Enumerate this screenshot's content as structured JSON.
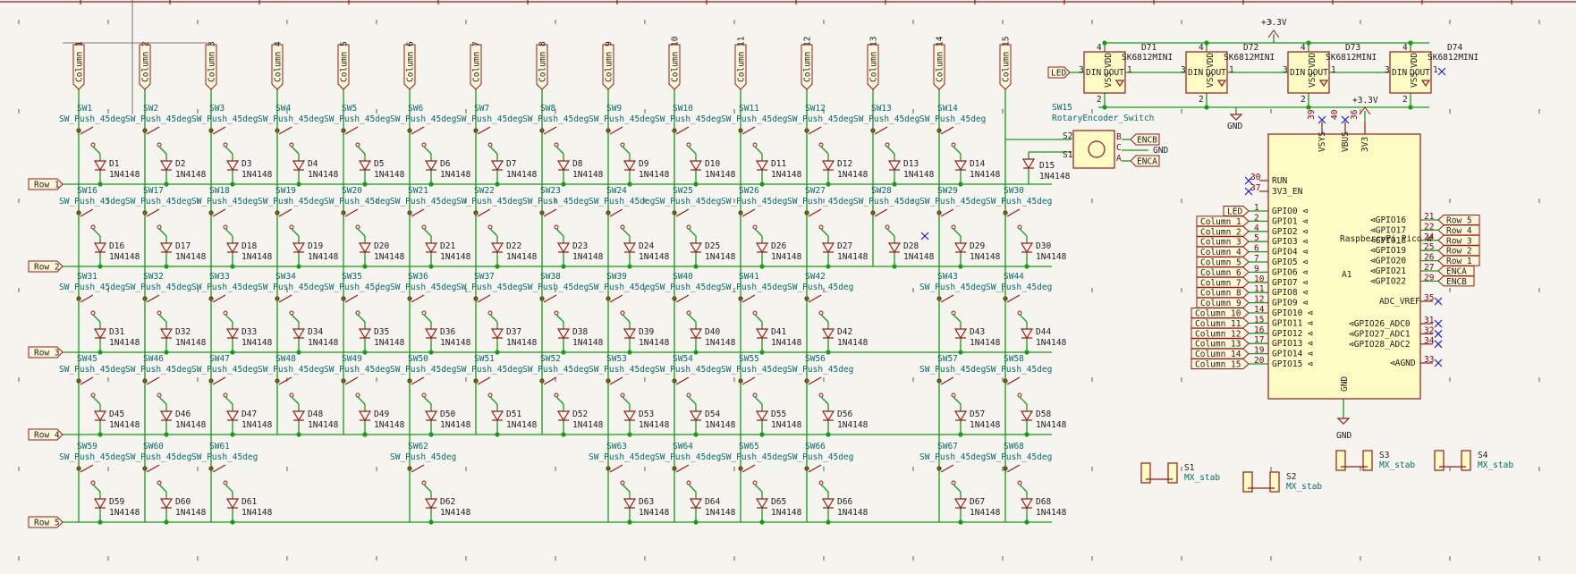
{
  "columns": [
    "Column 1",
    "Column 2",
    "Column 3",
    "Column 4",
    "Column 5",
    "Column 6",
    "Column 7",
    "Column 8",
    "Column 9",
    "Column 10",
    "Column 11",
    "Column 12",
    "Column 13",
    "Column 14",
    "Column 15"
  ],
  "rows": [
    "Row 1",
    "Row 2",
    "Row 3",
    "Row 4",
    "Row 5"
  ],
  "switch_value": "SW_Push_45deg",
  "diode_value": "1N4148",
  "matrix": [
    {
      "row": 1,
      "cells": [
        [
          0,
          1,
          1
        ],
        [
          1,
          2,
          2
        ],
        [
          2,
          3,
          3
        ],
        [
          3,
          4,
          4
        ],
        [
          4,
          5,
          5
        ],
        [
          5,
          6,
          6
        ],
        [
          6,
          7,
          7
        ],
        [
          7,
          8,
          8
        ],
        [
          8,
          9,
          9
        ],
        [
          9,
          10,
          10
        ],
        [
          10,
          11,
          11
        ],
        [
          11,
          12,
          12
        ],
        [
          12,
          13,
          13
        ],
        [
          13,
          14,
          14
        ]
      ]
    },
    {
      "row": 2,
      "cells": [
        [
          0,
          16,
          16
        ],
        [
          1,
          17,
          17
        ],
        [
          2,
          18,
          18
        ],
        [
          3,
          19,
          19
        ],
        [
          4,
          20,
          20
        ],
        [
          5,
          21,
          21
        ],
        [
          6,
          22,
          22
        ],
        [
          7,
          23,
          23
        ],
        [
          8,
          24,
          24
        ],
        [
          9,
          25,
          25
        ],
        [
          10,
          26,
          26
        ],
        [
          11,
          27,
          27
        ],
        [
          12,
          28,
          28
        ],
        [
          13,
          29,
          29
        ],
        [
          14,
          30,
          30
        ]
      ]
    },
    {
      "row": 3,
      "cells": [
        [
          0,
          31,
          31
        ],
        [
          1,
          32,
          32
        ],
        [
          2,
          33,
          33
        ],
        [
          3,
          34,
          34
        ],
        [
          4,
          35,
          35
        ],
        [
          5,
          36,
          36
        ],
        [
          6,
          37,
          37
        ],
        [
          7,
          38,
          38
        ],
        [
          8,
          39,
          39
        ],
        [
          9,
          40,
          40
        ],
        [
          10,
          41,
          41
        ],
        [
          11,
          42,
          42
        ],
        [
          13,
          43,
          43
        ],
        [
          14,
          44,
          44
        ]
      ]
    },
    {
      "row": 4,
      "cells": [
        [
          0,
          45,
          45
        ],
        [
          1,
          46,
          46
        ],
        [
          2,
          47,
          47
        ],
        [
          3,
          48,
          48
        ],
        [
          4,
          49,
          49
        ],
        [
          5,
          50,
          50
        ],
        [
          6,
          51,
          51
        ],
        [
          7,
          52,
          52
        ],
        [
          8,
          53,
          53
        ],
        [
          9,
          54,
          54
        ],
        [
          10,
          55,
          55
        ],
        [
          11,
          56,
          56
        ],
        [
          13,
          57,
          57
        ],
        [
          14,
          58,
          58
        ]
      ]
    },
    {
      "row": 5,
      "cells": [
        [
          0,
          59,
          59
        ],
        [
          1,
          60,
          60
        ],
        [
          2,
          61,
          61
        ],
        [
          5,
          62,
          62
        ],
        [
          8,
          63,
          63
        ],
        [
          9,
          64,
          64
        ],
        [
          10,
          65,
          65
        ],
        [
          11,
          66,
          66
        ],
        [
          13,
          67,
          67
        ],
        [
          14,
          68,
          68
        ]
      ]
    }
  ],
  "d15": {
    "ref": "D15",
    "value": "1N4148"
  },
  "encoder": {
    "ref": "SW15",
    "value": "RotaryEncoder_Switch",
    "pins": [
      "S2",
      "S1",
      "A",
      "B",
      "C"
    ],
    "labels": [
      "ENCB",
      "ENCA"
    ],
    "gnd": "GND"
  },
  "leds": {
    "parts": [
      {
        "ref": "D71",
        "value": "SK6812MINI"
      },
      {
        "ref": "D72",
        "value": "SK6812MINI"
      },
      {
        "ref": "D73",
        "value": "SK6812MINI"
      },
      {
        "ref": "D74",
        "value": "SK6812MINI"
      }
    ],
    "pin_din": "DIN",
    "pin_dout": "DOUT",
    "pin_vdd": "VDD",
    "pin_vss": "VSS",
    "pin_nums": [
      "1",
      "2",
      "3",
      "4"
    ],
    "input_label": "LED",
    "power": "+3.3V",
    "gnd": "GND"
  },
  "pico": {
    "ref": "A1",
    "value": "RaspberryPi_Pico_W",
    "power": "+3.3V",
    "gnd": "GND",
    "top_pins": [
      {
        "name": "VSYS",
        "num": "39"
      },
      {
        "name": "VBUS",
        "num": "40"
      },
      {
        "name": "3V3",
        "num": "36"
      }
    ],
    "left_top": [
      {
        "name": "RUN",
        "num": "30"
      },
      {
        "name": "3V3_EN",
        "num": "37"
      }
    ],
    "left_pins": [
      {
        "name": "GPIO0",
        "num": "1",
        "net": "LED"
      },
      {
        "name": "GPIO1",
        "num": "2",
        "net": "Column 1"
      },
      {
        "name": "GPIO2",
        "num": "4",
        "net": "Column 2"
      },
      {
        "name": "GPIO3",
        "num": "5",
        "net": "Column 3"
      },
      {
        "name": "GPIO4",
        "num": "6",
        "net": "Column 4"
      },
      {
        "name": "GPIO5",
        "num": "7",
        "net": "Column 5"
      },
      {
        "name": "GPIO6",
        "num": "9",
        "net": "Column 6"
      },
      {
        "name": "GPIO7",
        "num": "10",
        "net": "Column 7"
      },
      {
        "name": "GPIO8",
        "num": "11",
        "net": "Column 8"
      },
      {
        "name": "GPIO9",
        "num": "12",
        "net": "Column 9"
      },
      {
        "name": "GPIO10",
        "num": "14",
        "net": "Column 10"
      },
      {
        "name": "GPIO11",
        "num": "15",
        "net": "Column 11"
      },
      {
        "name": "GPIO12",
        "num": "16",
        "net": "Column 12"
      },
      {
        "name": "GPIO13",
        "num": "17",
        "net": "Column 13"
      },
      {
        "name": "GPIO14",
        "num": "19",
        "net": "Column 14"
      },
      {
        "name": "GPIO15",
        "num": "20",
        "net": "Column 15"
      }
    ],
    "right_pins": [
      {
        "name": "GPIO16",
        "num": "21",
        "net": "Row 5"
      },
      {
        "name": "GPIO17",
        "num": "22",
        "net": "Row 4"
      },
      {
        "name": "GPIO18",
        "num": "24",
        "net": "Row 3"
      },
      {
        "name": "GPIO19",
        "num": "25",
        "net": "Row 2"
      },
      {
        "name": "GPIO20",
        "num": "26",
        "net": "Row 1"
      },
      {
        "name": "GPIO21",
        "num": "27",
        "net": "ENCA"
      },
      {
        "name": "GPIO22",
        "num": "29",
        "net": "ENCB"
      }
    ],
    "adc_vref": {
      "name": "ADC_VREF",
      "num": "35"
    },
    "adc_pins": [
      {
        "name": "GPIO26_ADC0",
        "num": "31"
      },
      {
        "name": "GPIO27_ADC1",
        "num": "32"
      },
      {
        "name": "GPIO28_ADC2",
        "num": "34"
      }
    ],
    "agnd": {
      "name": "AGND",
      "num": "33"
    },
    "gnd_pin": "GND"
  },
  "stabs": [
    {
      "ref": "S1",
      "value": "MX_stab"
    },
    {
      "ref": "S2",
      "value": "MX_stab"
    },
    {
      "ref": "S3",
      "value": "MX_stab"
    },
    {
      "ref": "S4",
      "value": "MX_stab"
    }
  ],
  "colors": {
    "wire": "#1a9a1a",
    "symbol": "#9a1a1a",
    "text_ref": "#0a6a6a",
    "background": "#f5f4ef"
  }
}
